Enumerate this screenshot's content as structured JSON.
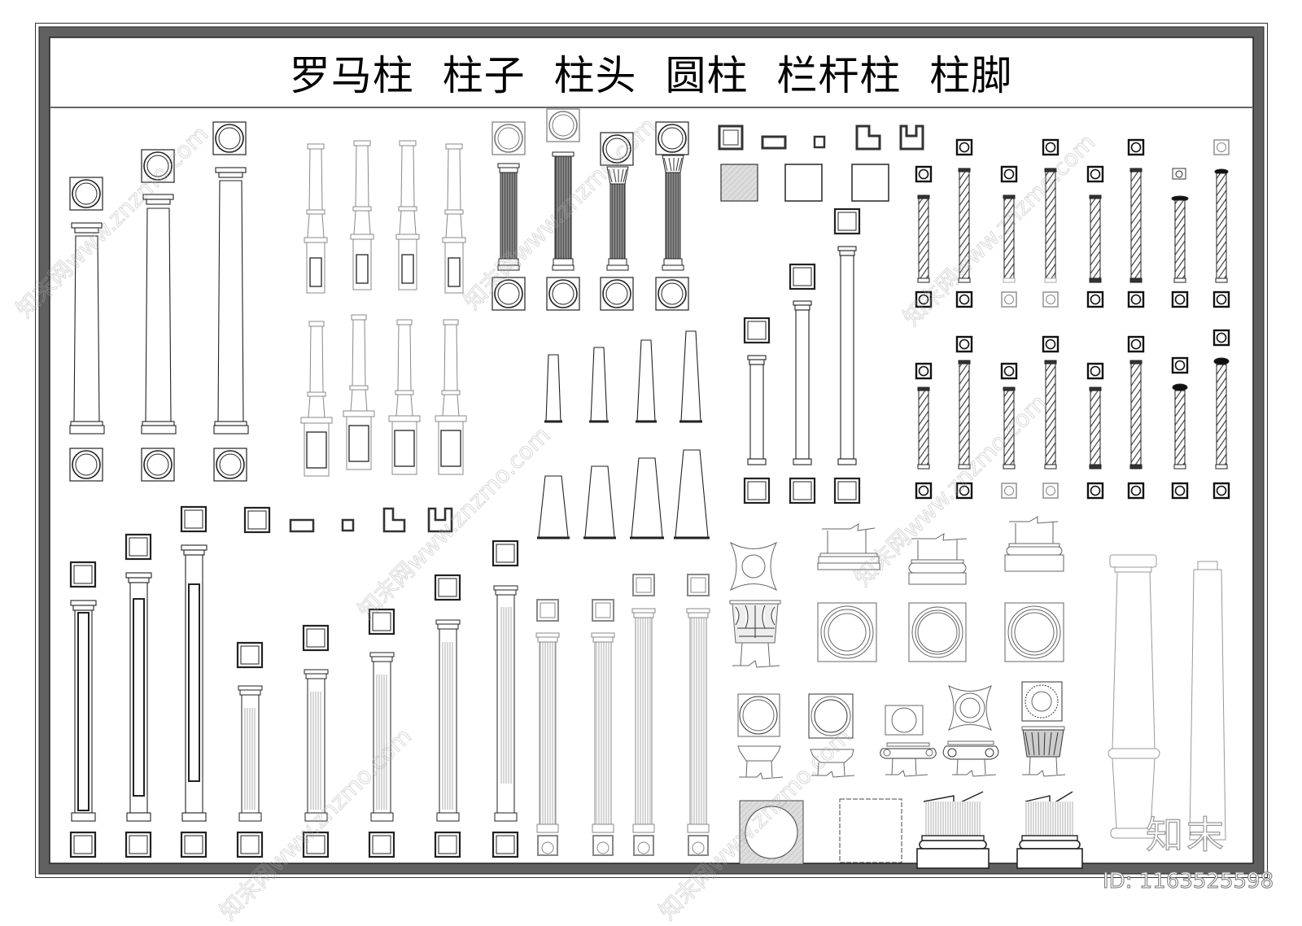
{
  "sheet": {
    "title": "罗马柱  柱子  柱头  圆柱  栏杆柱  柱脚",
    "id_label": "ID: 1163525598",
    "logo_text": "知末",
    "watermark": "知末网www.znzmo.com",
    "colors": {
      "frame_dark": "#606060",
      "line": "#222222",
      "light_line": "#8a8a8a",
      "background": "#ffffff"
    }
  },
  "groups": {
    "roman_columns_plain": {
      "label": "plain tapered roman columns",
      "count": 3
    },
    "balustrade_posts": {
      "label": "balustrade posts on pedestals",
      "count": 8
    },
    "fluted_dark_columns": {
      "label": "fluted columns (doric/corinthian)",
      "count": 4
    },
    "square_sections": {
      "label": "square column sections",
      "count": 8
    },
    "twisted_columns": {
      "label": "twisted/spiral columns",
      "count": 14
    },
    "tapered_posts": {
      "label": "tapered square posts",
      "count": 8
    },
    "square_pilasters": {
      "label": "square columns with capitals",
      "count": 3
    },
    "panel_pilasters": {
      "label": "panelled pilasters",
      "count": 3
    },
    "fluted_pilasters": {
      "label": "fluted pilasters",
      "count": 9
    },
    "capitals_and_bases": {
      "label": "capitals, bases and plan details",
      "count": 14
    },
    "large_columns": {
      "label": "large tapered columns",
      "count": 2
    }
  }
}
